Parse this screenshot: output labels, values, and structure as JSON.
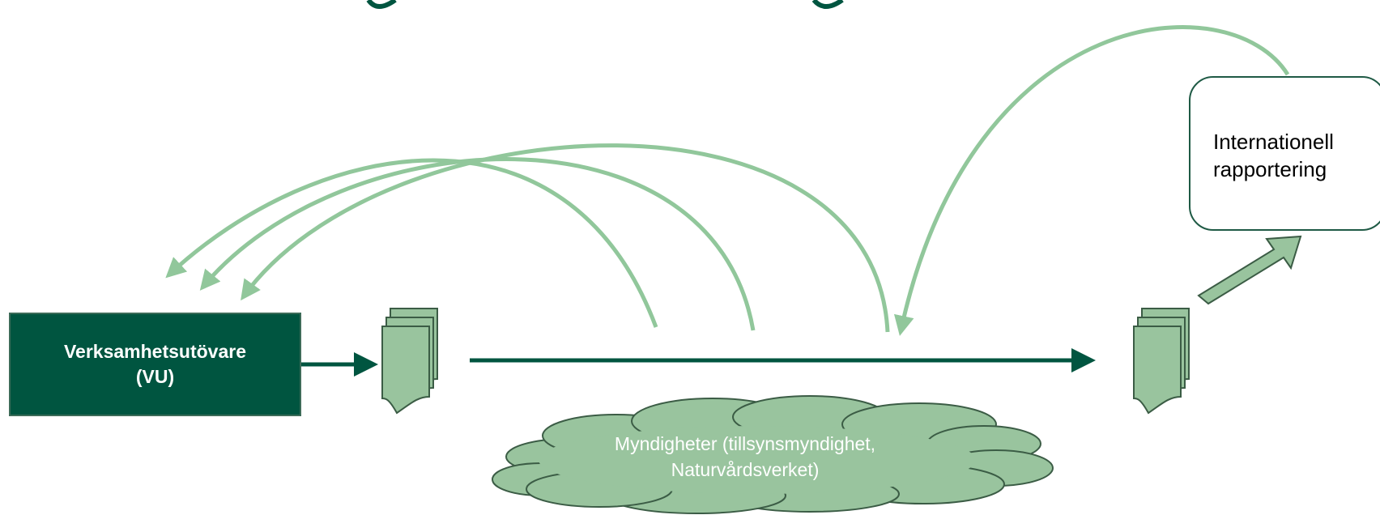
{
  "operator": {
    "line1": "Verksamhetsutövare",
    "line2": "(VU)"
  },
  "international": {
    "line1": "Internationell",
    "line2": "rapportering"
  },
  "authorities": {
    "line1": "Myndigheter (tillsynsmyndighet,",
    "line2": "Naturvårdsverket)"
  },
  "colors": {
    "dark_green": "#005540",
    "light_green": "#99c49e",
    "arrow_green": "#91c79b"
  }
}
